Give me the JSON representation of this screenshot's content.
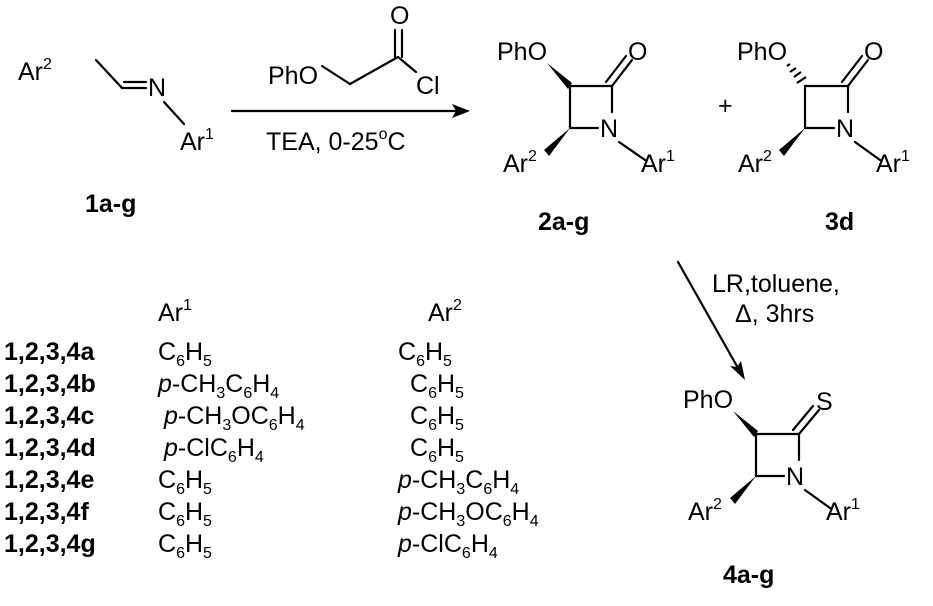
{
  "reactant": {
    "ar2": "Ar",
    "ar2_sup": "2",
    "n": "N",
    "ar1": "Ar",
    "ar1_sup": "1",
    "label": "1a-g"
  },
  "reagent": {
    "pho": "PhO",
    "o": "O",
    "cl": "Cl",
    "conditions_prefix": "TEA, 0-25",
    "conditions_degree": "o",
    "conditions_suffix": "C"
  },
  "product_2": {
    "pho": "PhO",
    "o": "O",
    "n": "N",
    "ar2": "Ar",
    "ar2_sup": "2",
    "ar1": "Ar",
    "ar1_sup": "1",
    "label": "2a-g"
  },
  "plus": "+",
  "product_3": {
    "pho": "PhO",
    "o": "O",
    "n": "N",
    "ar2": "Ar",
    "ar2_sup": "2",
    "ar1": "Ar",
    "ar1_sup": "1",
    "label": "3d"
  },
  "second_step": {
    "line1": "LR,toluene,",
    "line2_symbol": "Δ",
    "line2_text": ", 3hrs"
  },
  "product_4": {
    "pho": "PhO",
    "s": "S",
    "n": "N",
    "ar2": "Ar",
    "ar2_sup": "2",
    "ar1": "Ar",
    "ar1_sup": "1",
    "label": "4a-g"
  },
  "table": {
    "header_ar1": "Ar",
    "header_ar1_sup": "1",
    "header_ar2": "Ar",
    "header_ar2_sup": "2",
    "rows": [
      {
        "id": "1,2,3,4a",
        "ar1": [
          [
            "C",
            ""
          ],
          [
            "6",
            "sub"
          ],
          [
            "H",
            ""
          ],
          [
            "5",
            "sub"
          ]
        ],
        "ar2": [
          [
            "C",
            ""
          ],
          [
            "6",
            "sub"
          ],
          [
            "H",
            ""
          ],
          [
            "5",
            "sub"
          ]
        ]
      },
      {
        "id": "1,2,3,4b",
        "ar1": [
          [
            "p",
            "i"
          ],
          [
            "-CH",
            ""
          ],
          [
            "3",
            "sub"
          ],
          [
            "C",
            ""
          ],
          [
            "6",
            "sub"
          ],
          [
            "H",
            ""
          ],
          [
            "4",
            "sub"
          ]
        ],
        "ar2": [
          [
            "C",
            ""
          ],
          [
            "6",
            "sub"
          ],
          [
            "H",
            ""
          ],
          [
            "5",
            "sub"
          ]
        ]
      },
      {
        "id": "1,2,3,4c",
        "ar1": [
          [
            "p",
            "i"
          ],
          [
            "-CH",
            ""
          ],
          [
            "3",
            "sub"
          ],
          [
            "OC",
            ""
          ],
          [
            "6",
            "sub"
          ],
          [
            "H",
            ""
          ],
          [
            "4",
            "sub"
          ]
        ],
        "ar2": [
          [
            "C",
            ""
          ],
          [
            "6",
            "sub"
          ],
          [
            "H",
            ""
          ],
          [
            "5",
            "sub"
          ]
        ]
      },
      {
        "id": "1,2,3,4d",
        "ar1": [
          [
            "p",
            "i"
          ],
          [
            "-ClC",
            ""
          ],
          [
            "6",
            "sub"
          ],
          [
            "H",
            ""
          ],
          [
            "4",
            "sub"
          ]
        ],
        "ar2": [
          [
            "C",
            ""
          ],
          [
            "6",
            "sub"
          ],
          [
            "H",
            ""
          ],
          [
            "5",
            "sub"
          ]
        ]
      },
      {
        "id": "1,2,3,4e",
        "ar1": [
          [
            "C",
            ""
          ],
          [
            "6",
            "sub"
          ],
          [
            "H",
            ""
          ],
          [
            "5",
            "sub"
          ]
        ],
        "ar2": [
          [
            "p",
            "i"
          ],
          [
            "-CH",
            ""
          ],
          [
            "3",
            "sub"
          ],
          [
            "C",
            ""
          ],
          [
            "6",
            "sub"
          ],
          [
            "H",
            ""
          ],
          [
            "4",
            "sub"
          ]
        ]
      },
      {
        "id": "1,2,3,4f",
        "ar1": [
          [
            "C",
            ""
          ],
          [
            "6",
            "sub"
          ],
          [
            "H",
            ""
          ],
          [
            "5",
            "sub"
          ]
        ],
        "ar2": [
          [
            "p",
            "i"
          ],
          [
            "-CH",
            ""
          ],
          [
            "3",
            "sub"
          ],
          [
            "OC",
            ""
          ],
          [
            "6",
            "sub"
          ],
          [
            "H",
            ""
          ],
          [
            "4",
            "sub"
          ]
        ]
      },
      {
        "id": "1,2,3,4g",
        "ar1": [
          [
            "C",
            ""
          ],
          [
            "6",
            "sub"
          ],
          [
            "H",
            ""
          ],
          [
            "5",
            "sub"
          ]
        ],
        "ar2": [
          [
            "p",
            "i"
          ],
          [
            "-ClC",
            ""
          ],
          [
            "6",
            "sub"
          ],
          [
            "H",
            ""
          ],
          [
            "4",
            "sub"
          ]
        ]
      }
    ]
  }
}
